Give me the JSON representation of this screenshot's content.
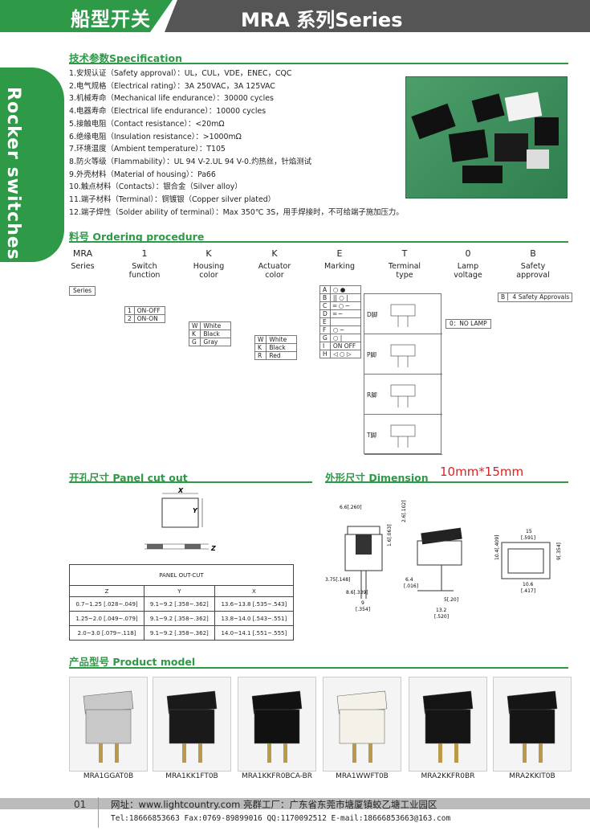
{
  "header": {
    "left_title": "船型开关",
    "right_title": "MRA 系列Series"
  },
  "side_tab": "Rocker switches",
  "spec": {
    "title": "技术参数Specification",
    "items": [
      "1.安规认证（Safety approval）：UL，CUL，VDE，ENEC，CQC",
      "2.电气规格（Electrical rating）：3A 250VAC，3A 125VAC",
      "3.机械寿命（Mechanical life endurance）：30000 cycles",
      "4.电器寿命（Electrical life endurance）：10000 cycles",
      "5.接触电阻（Contact resistance）：<20mΩ",
      "6.绝缘电阻（Insulation resistance）：>1000mΩ",
      "7.环境温度（Ambient temperature）：T105",
      "8.防火等级（Flammability）：UL 94 V-2.UL 94 V-0.灼热丝，针焰测试",
      "9.外壳材料（Material of housing）：Pa66",
      "10.触点材料（Contacts）：银合金（Silver alloy）",
      "11.端子材料（Terminal）：铜镀银（Copper silver plated）",
      "12.端子焊性（Solder ability of terminal）：Max 350℃ 3S，用手焊接时，不可给端子施加压力。"
    ]
  },
  "ordering": {
    "title": "料号 Ordering procedure",
    "codes": [
      "MRA",
      "1",
      "K",
      "K",
      "E",
      "T",
      "0",
      "B"
    ],
    "labels": [
      [
        "Series",
        ""
      ],
      [
        "Switch",
        "function"
      ],
      [
        "Housing",
        "color"
      ],
      [
        "Actuator",
        "color"
      ],
      [
        "Marking",
        ""
      ],
      [
        "Terminal",
        "type"
      ],
      [
        "Lamp",
        "voltage"
      ],
      [
        "Safety",
        "approval"
      ]
    ],
    "series_box": "Series",
    "switch_fn": [
      [
        "1",
        "ON-OFF"
      ],
      [
        "2",
        "ON-ON"
      ]
    ],
    "housing": [
      [
        "W",
        "White"
      ],
      [
        "K",
        "Black"
      ],
      [
        "G",
        "Gray"
      ]
    ],
    "actuator": [
      [
        "W",
        "White"
      ],
      [
        "K",
        "Black"
      ],
      [
        "R",
        "Red"
      ]
    ],
    "marking": [
      [
        "A",
        "○  ●"
      ],
      [
        "B",
        "||  ○  |"
      ],
      [
        "C",
        "═  ○  ─"
      ],
      [
        "D",
        "═  ─"
      ],
      [
        "E",
        ""
      ],
      [
        "F",
        "○  ─"
      ],
      [
        "G",
        "○  |"
      ],
      [
        "I",
        "ON  OFF"
      ],
      [
        "H",
        "◁  ○  ▷"
      ]
    ],
    "terminals": [
      "D脚",
      "P脚",
      "R脚",
      "T脚"
    ],
    "lamp_box": "0：NO LAMP",
    "approval_box": [
      "B",
      "4 Safety Approvals"
    ]
  },
  "panel": {
    "title": "开孔尺寸 Panel cut out",
    "table_title": "PANEL OUT-CUT",
    "headers": [
      "Z",
      "Y",
      "X"
    ],
    "rows": [
      [
        "0.7~1.25 [.028~.049]",
        "9.1~9.2 [.358~.362]",
        "13.6~13.8 [.535~.543]"
      ],
      [
        "1.25~2.0 [.049~.079]",
        "9.1~9.2 [.358~.362]",
        "13.8~14.0 [.543~.551]"
      ],
      [
        "2.0~3.0 [.079~.118]",
        "9.1~9.2 [.358~.362]",
        "14.0~14.1 [.551~.555]"
      ]
    ],
    "labels": {
      "x": "X",
      "y": "Y",
      "z": "Z"
    }
  },
  "dimension": {
    "title": "外形尺寸 Dimension",
    "size_note": "10mm*15mm",
    "labels": [
      "6.6[.260]",
      "2.6[.102]",
      "1.6[.063]",
      "3.75[.148]",
      "8.6[.339]",
      "9",
      "[.354]",
      "6.4",
      "[.016]",
      "5[.20]",
      "13.2",
      "[.520]",
      "15",
      "[.591]",
      "10.4[.409]",
      "9[.354]",
      "10.6",
      "[.417]"
    ]
  },
  "product": {
    "title": "产品型号 Product model",
    "models": [
      "MRA1GGAT0B",
      "MRA1KK1FT0B",
      "MRA1KKFR0BCA-BR",
      "MRA1WWFT0B",
      "MRA2KKFR0BR",
      "MRA2KKIT0B"
    ]
  },
  "footer": {
    "page": "01",
    "web": "网址：www.lightcountry.com    亮群工厂：广东省东莞市塘厦镇蛟乙塘工业园区",
    "contact": "Tel:18666853663  Fax:0769-89899016  QQ:1170092512  E-mail:18666853663@163.com"
  },
  "colors": {
    "brand_green": "#2e9a47",
    "header_gray": "#555555",
    "accent_red": "#e02020"
  }
}
